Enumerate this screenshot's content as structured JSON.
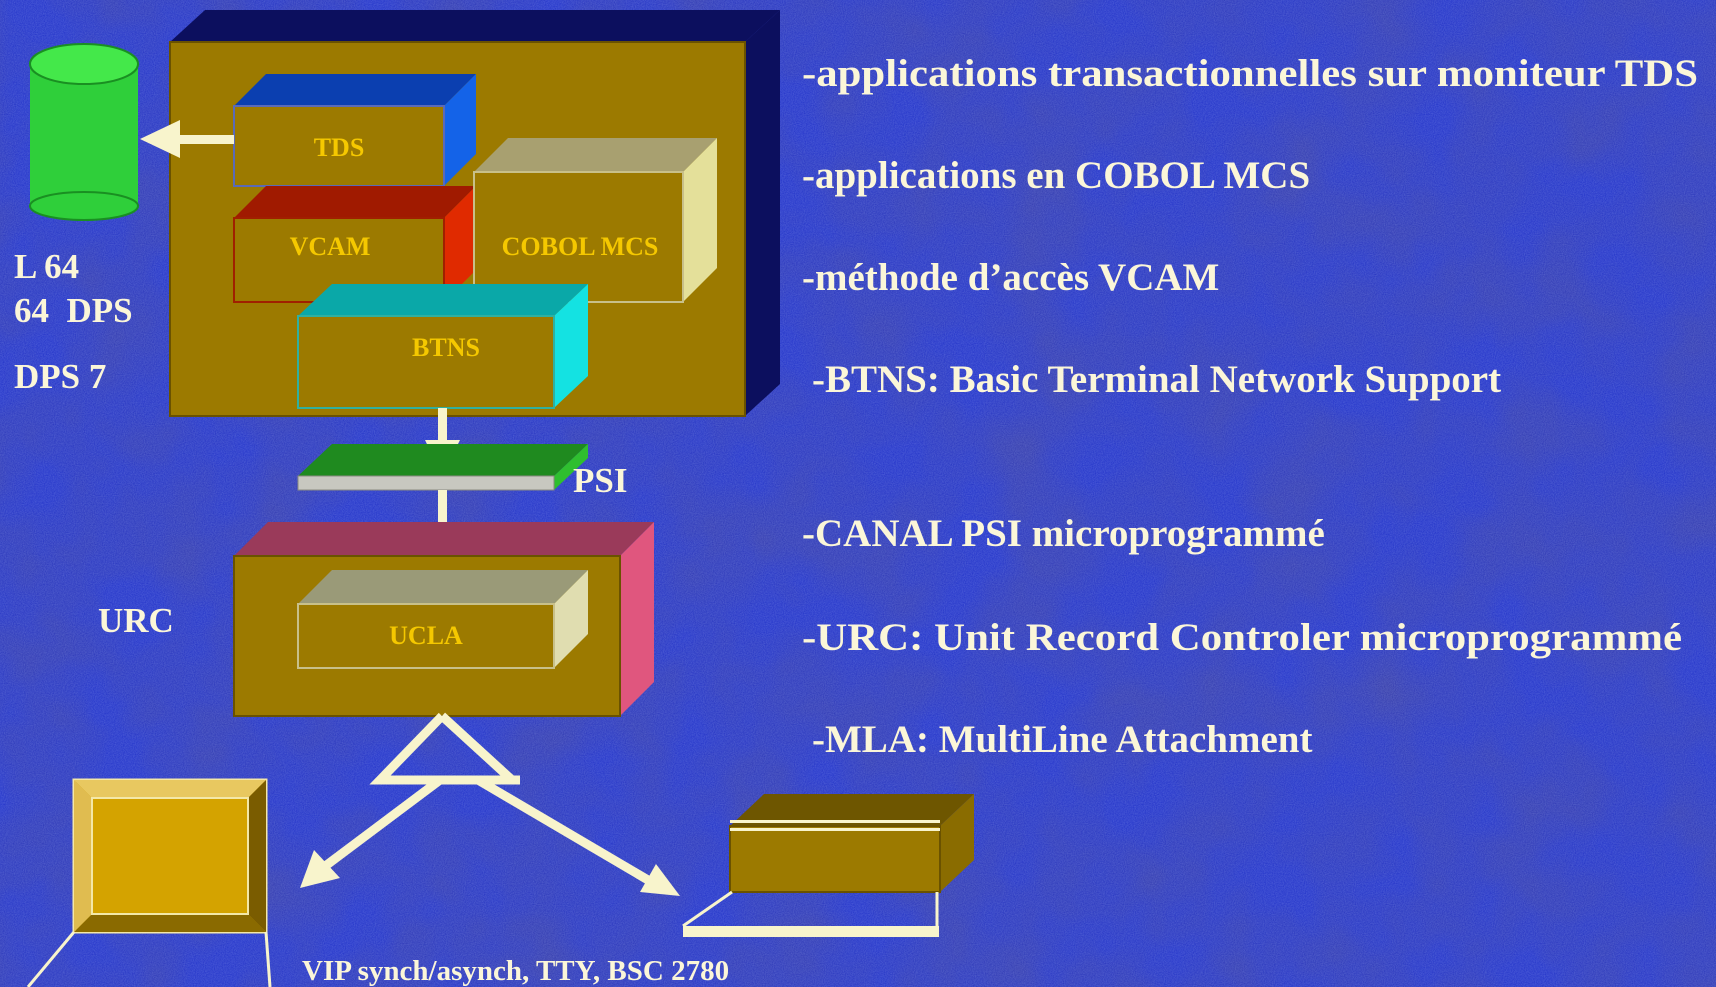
{
  "colors": {
    "background": "#1e2fc4",
    "box_fill": "#9c7a00",
    "label_yellow": "#f5c800",
    "text_cream": "#fbf6d8",
    "arrow": "#f8f4cc"
  },
  "host": {
    "labels": [
      "L 64",
      "64  DPS",
      "DPS 7"
    ],
    "modules": {
      "tds": "TDS",
      "vcam": "VCAM",
      "cobol_mcs": "COBOL MCS",
      "btns": "BTNS"
    }
  },
  "psi": {
    "label": "PSI"
  },
  "urc": {
    "label": "URC",
    "module": "UCLA"
  },
  "terminals": {
    "note": "VIP synch/asynch, TTY, BSC 2780"
  },
  "bullets": [
    "-applications transactionnelles sur moniteur TDS",
    "-applications en COBOL MCS",
    "-méthode d’accès VCAM",
    "-BTNS: Basic Terminal Network Support",
    "-CANAL PSI microprogrammé",
    "-URC: Unit Record Controler microprogrammé",
    "-MLA: MultiLine Attachment"
  ]
}
